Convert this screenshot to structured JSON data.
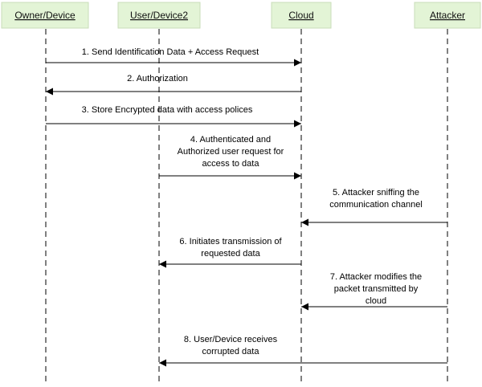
{
  "actors": [
    {
      "id": "owner",
      "label": "Owner/Device"
    },
    {
      "id": "user",
      "label": "User/Device2"
    },
    {
      "id": "cloud",
      "label": "Cloud"
    },
    {
      "id": "attacker",
      "label": "Attacker"
    }
  ],
  "messages": [
    {
      "number": 1,
      "from": "owner",
      "to": "cloud",
      "lines": [
        "1. Send Identification Data + Access Request"
      ]
    },
    {
      "number": 2,
      "from": "cloud",
      "to": "owner",
      "lines": [
        "2. Authorization"
      ]
    },
    {
      "number": 3,
      "from": "owner",
      "to": "cloud",
      "lines": [
        "3. Store Encrypted data with access polices"
      ]
    },
    {
      "number": 4,
      "from": "user",
      "to": "cloud",
      "lines": [
        "4. Authenticated and",
        "Authorized user request for",
        "access to data"
      ]
    },
    {
      "number": 5,
      "from": "attacker",
      "to": "cloud",
      "lines": [
        "5. Attacker sniffing the",
        "communication channel"
      ]
    },
    {
      "number": 6,
      "from": "cloud",
      "to": "user",
      "lines": [
        "6. Initiates transmission of",
        "requested data"
      ]
    },
    {
      "number": 7,
      "from": "attacker",
      "to": "cloud",
      "lines": [
        "7. Attacker modifies the",
        "packet transmitted by",
        "cloud"
      ]
    },
    {
      "number": 8,
      "from": "attacker",
      "to": "user",
      "lines": [
        "8. User/Device receives",
        "corrupted data"
      ]
    }
  ],
  "colors": {
    "actor_fill": "#e3f4d6",
    "actor_border": "#c9dcba",
    "line": "#000000"
  }
}
